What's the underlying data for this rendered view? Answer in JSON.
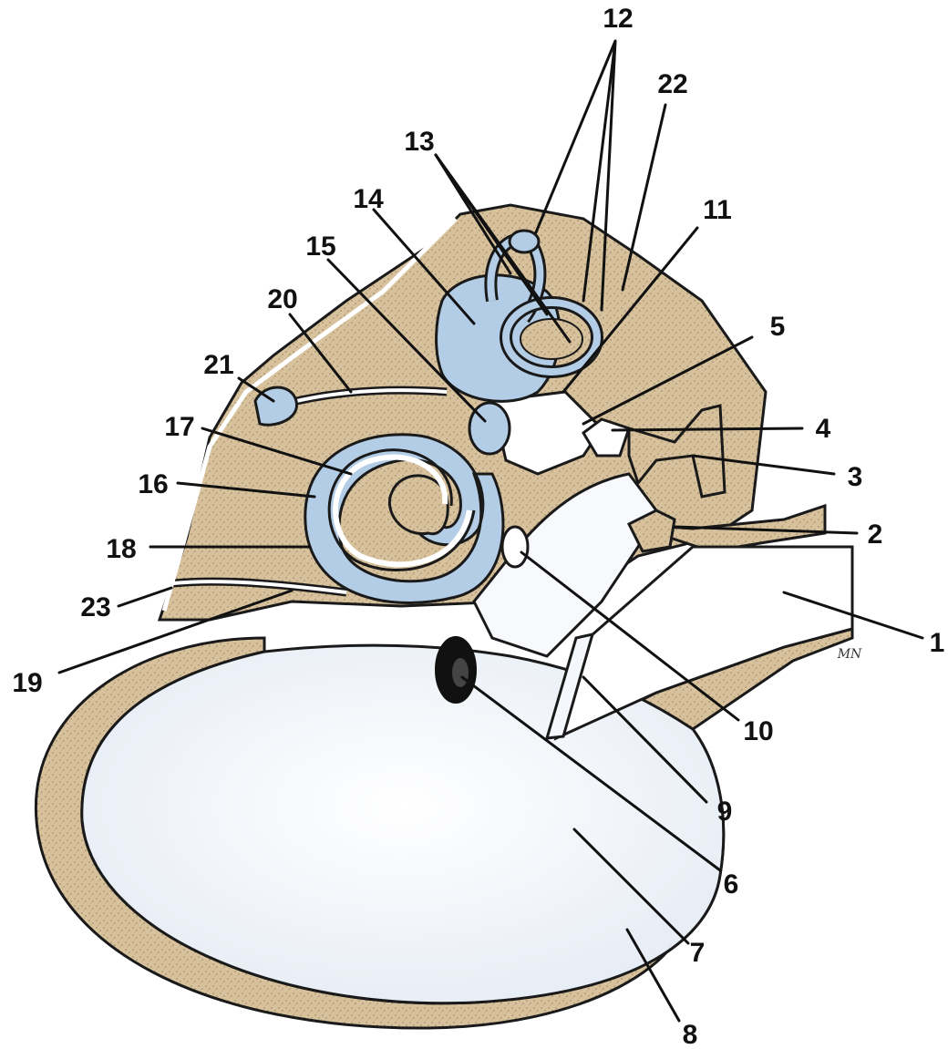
{
  "labels": [
    "1",
    "2",
    "3",
    "4",
    "5",
    "6",
    "7",
    "8",
    "9",
    "10",
    "11",
    "12",
    "13",
    "14",
    "15",
    "16",
    "17",
    "18",
    "19",
    "20",
    "21",
    "22",
    "23"
  ],
  "signature": "MN",
  "colors": {
    "bone": "#d7c29d",
    "fluid": "#b3cde6",
    "cavity": "#fbfcff",
    "outline": "#1a1a1a",
    "label": "#111111"
  },
  "icons": {
    "round_window_opening": "black-oval-icon"
  }
}
